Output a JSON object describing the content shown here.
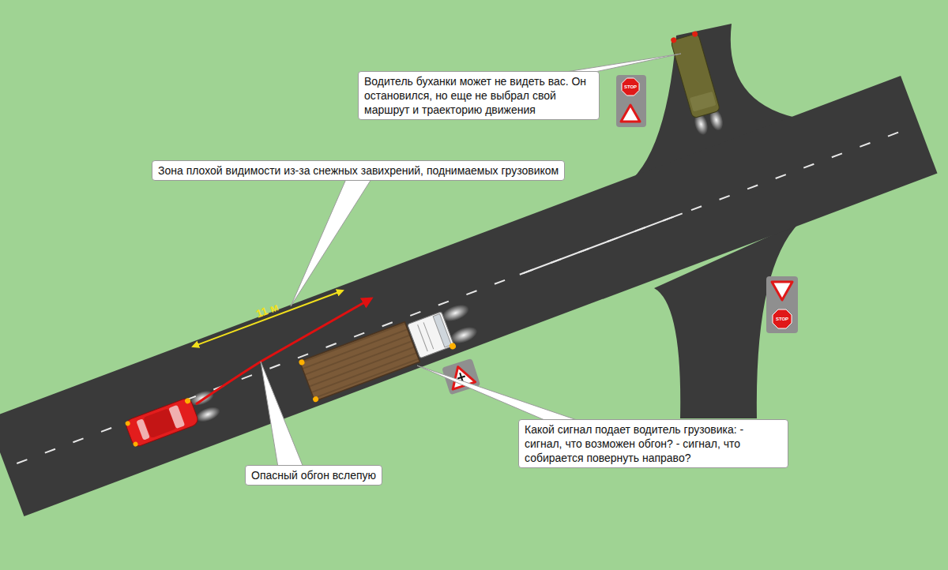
{
  "diagram": {
    "nodes": [
      {
        "text": [
          "Водитель буханки может не видеть вас. Он остановился, но еще не выбрал свой маршрут и траекторию движения"
        ]
      },
      {
        "text": [
          "Зона плохой видимости из-за снежных завихрений, поднимаемых грузовиком"
        ]
      },
      {
        "text": [
          "Опасный обгон вслепую"
        ]
      },
      {
        "text": [
          "Какой сигнал подает водитель грузовика: - сигнал, что возможен обгон? - сигнал, что собирается повернуть направо?"
        ]
      }
    ],
    "labels": [
      "11 м",
      "STOP",
      "STOP"
    ]
  }
}
